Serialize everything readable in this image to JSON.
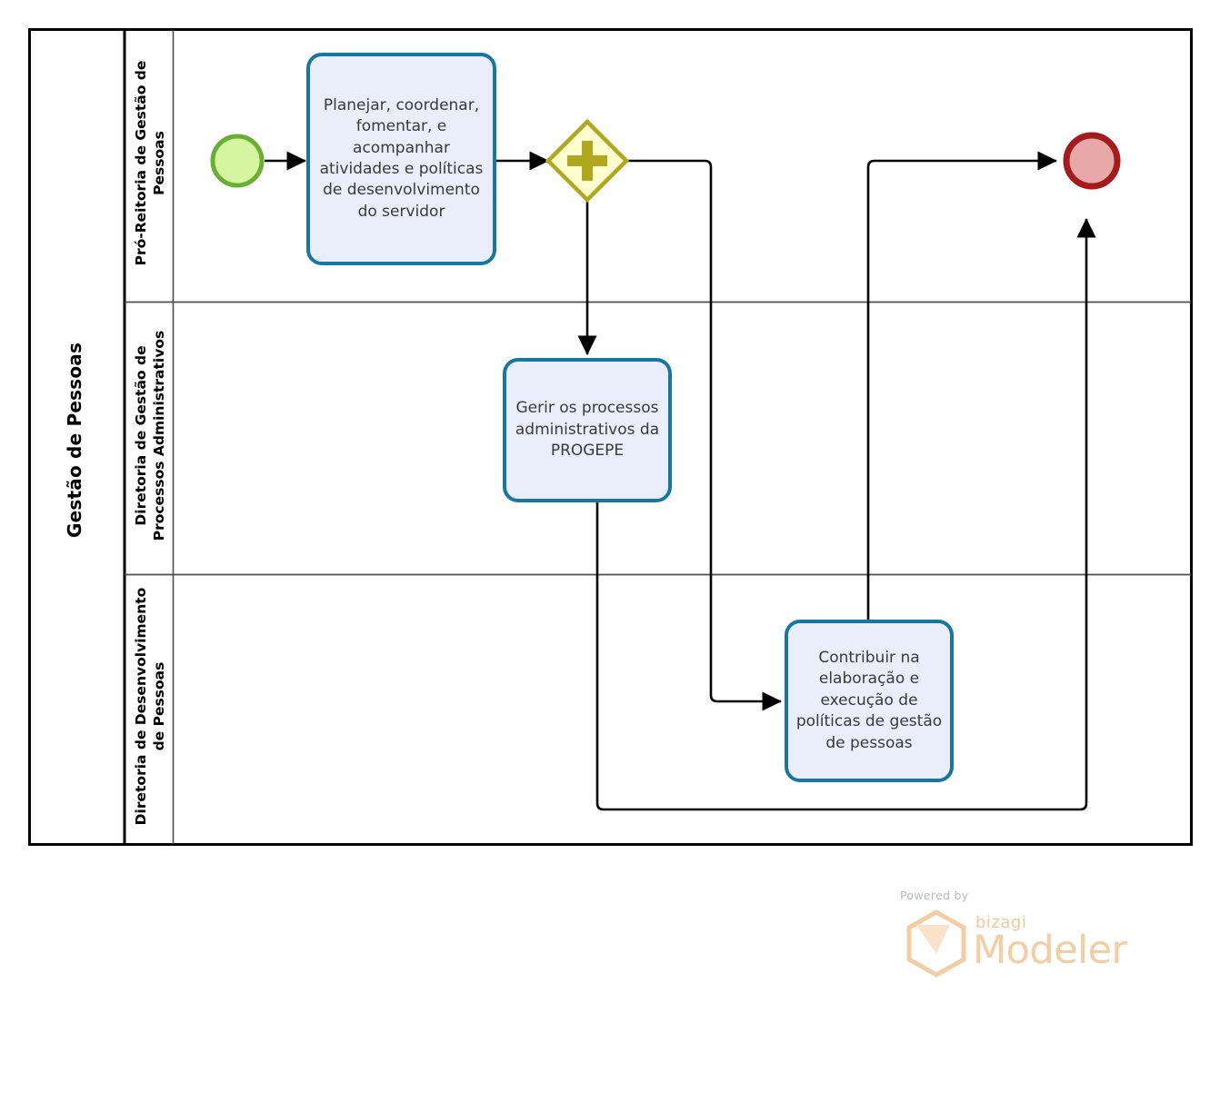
{
  "diagram": {
    "type": "bpmn-process",
    "pool": {
      "name": "Gestão de Pessoas",
      "lanes": [
        {
          "id": "lane-1",
          "name": "Pró-Reitoria de Gestão de Pessoas"
        },
        {
          "id": "lane-2",
          "name": "Diretoria de Gestão de Processos Administrativos"
        },
        {
          "id": "lane-3",
          "name": "Diretoria de Desenvolvimento de Pessoas"
        }
      ]
    },
    "nodes": [
      {
        "id": "start-event",
        "kind": "start-event",
        "lane": "lane-1",
        "label": "",
        "fill": "#D6F5A0",
        "stroke": "#6AAF35"
      },
      {
        "id": "task-planejar",
        "kind": "task",
        "lane": "lane-1",
        "label": "Planejar, coordenar, fomentar, e acompanhar atividades e políticas de desenvolvimento do servidor",
        "fill": "#EAEEFB",
        "stroke": "#1777A0"
      },
      {
        "id": "gateway-parallel",
        "kind": "parallel-gateway",
        "lane": "lane-1",
        "label": "",
        "fill": "#FFFFD0",
        "stroke": "#AFA71D",
        "marker": "plus"
      },
      {
        "id": "task-gerir",
        "kind": "task",
        "lane": "lane-2",
        "label": "Gerir os processos administrativos da PROGEPE",
        "fill": "#EAEEFB",
        "stroke": "#1777A0"
      },
      {
        "id": "task-contribuir",
        "kind": "task",
        "lane": "lane-3",
        "label": "Contribuir na elaboração e execução de políticas de gestão de pessoas",
        "fill": "#EAEEFB",
        "stroke": "#1777A0"
      },
      {
        "id": "end-event",
        "kind": "end-event",
        "lane": "lane-1",
        "label": "",
        "fill": "#E8A8A8",
        "stroke": "#A31B1B"
      }
    ],
    "flows": [
      {
        "id": "flow-start-planejar",
        "from": "start-event",
        "to": "task-planejar"
      },
      {
        "id": "flow-planejar-gateway",
        "from": "task-planejar",
        "to": "gateway-parallel"
      },
      {
        "id": "flow-gateway-gerir",
        "from": "gateway-parallel",
        "to": "task-gerir"
      },
      {
        "id": "flow-gateway-contribuir",
        "from": "gateway-parallel",
        "to": "task-contribuir"
      },
      {
        "id": "flow-contribuir-end",
        "from": "task-contribuir",
        "to": "end-event"
      },
      {
        "id": "flow-gerir-end",
        "from": "task-gerir",
        "to": "end-event"
      }
    ]
  },
  "watermark": {
    "powered_by": "Powered by",
    "brand": "bizagi",
    "product": "Modeler",
    "color": "#F5CDA3"
  },
  "colors": {
    "pool_border": "#000000",
    "lane_border": "#4d4d4d",
    "connector": "#000000",
    "task_fill": "#EAEEFB",
    "task_stroke": "#1777A0",
    "start_fill": "#D6F5A0",
    "start_stroke": "#6AAF35",
    "end_fill": "#E8A8A8",
    "end_stroke": "#A31B1B",
    "gateway_fill": "#FFFFD0",
    "gateway_stroke": "#AFA71D"
  }
}
